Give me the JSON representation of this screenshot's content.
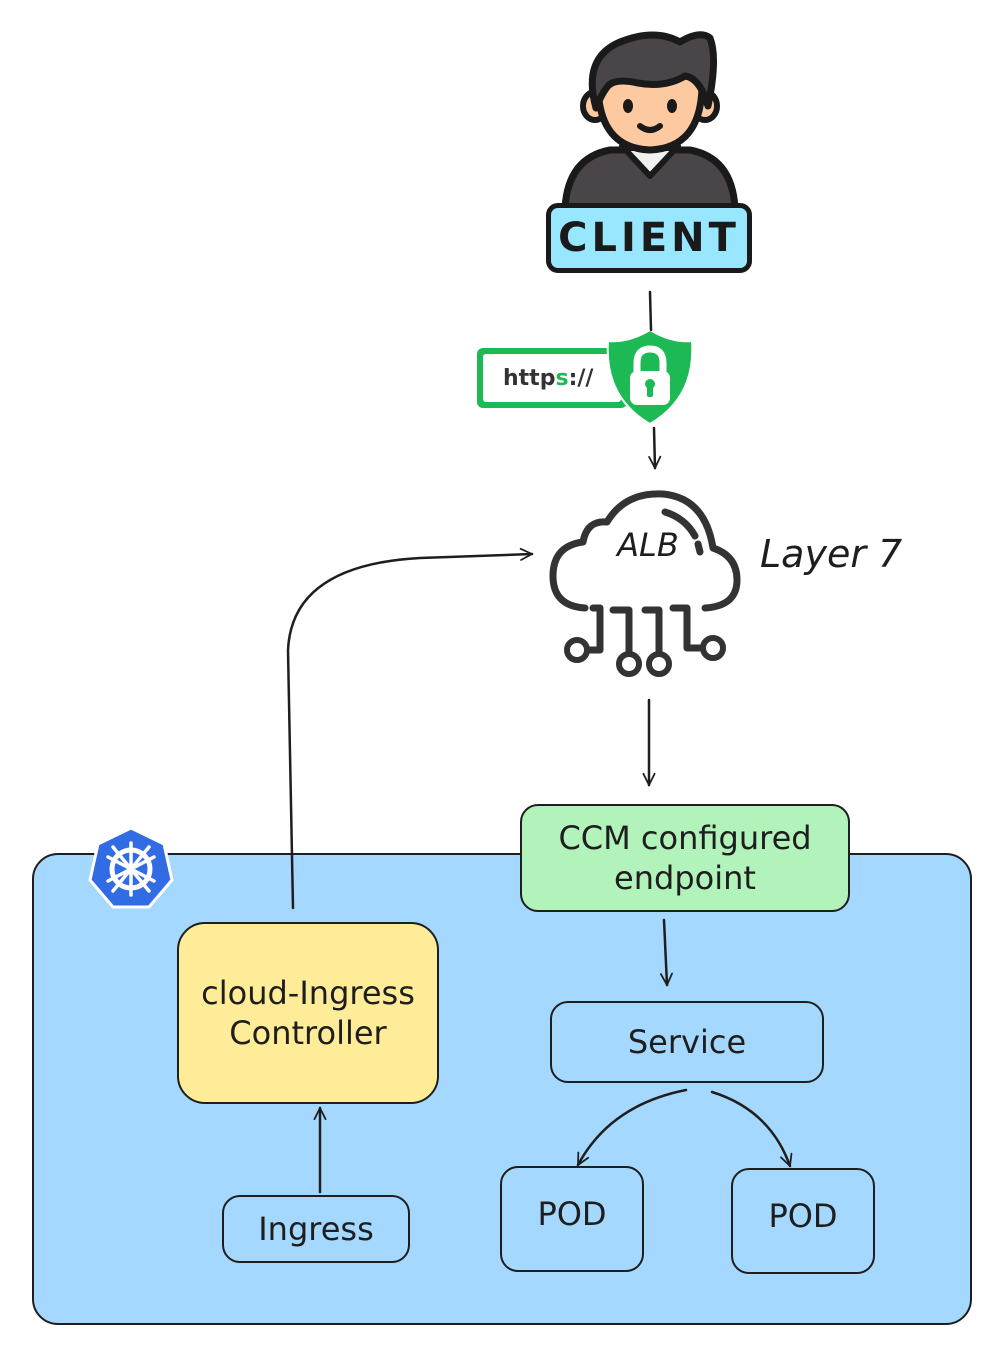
{
  "diagram": {
    "client": {
      "label": "CLIENT",
      "icon": "user-avatar-icon"
    },
    "https": {
      "prefix": "http",
      "secure_letter": "s",
      "suffix": "://",
      "icon": "shield-lock-icon"
    },
    "alb": {
      "label": "ALB",
      "icon": "cloud-network-icon",
      "layer_label": "Layer 7"
    },
    "ccm_endpoint": {
      "line1": "CCM configured",
      "line2": "endpoint"
    },
    "service": {
      "label": "Service"
    },
    "pods": [
      {
        "label": "POD"
      },
      {
        "label": "POD"
      }
    ],
    "ingress_controller": {
      "line1": "cloud-Ingress",
      "line2": "Controller"
    },
    "ingress": {
      "label": "Ingress"
    },
    "cluster": {
      "icon": "kubernetes-icon"
    },
    "colors": {
      "cluster_fill": "#a5d8ff",
      "ccm_fill": "#b2f2bb",
      "controller_fill": "#ffec99",
      "https_green": "#1db954",
      "client_label_fill": "#99e6ff",
      "k8s_blue": "#326ce5",
      "stroke": "#1e1e1e"
    },
    "edges": [
      {
        "from": "client",
        "to": "alb",
        "via": "https"
      },
      {
        "from": "alb",
        "to": "ccm_endpoint"
      },
      {
        "from": "ccm_endpoint",
        "to": "service"
      },
      {
        "from": "service",
        "to": "pod-1"
      },
      {
        "from": "service",
        "to": "pod-2"
      },
      {
        "from": "ingress",
        "to": "ingress_controller"
      },
      {
        "from": "ingress_controller",
        "to": "alb"
      }
    ]
  }
}
